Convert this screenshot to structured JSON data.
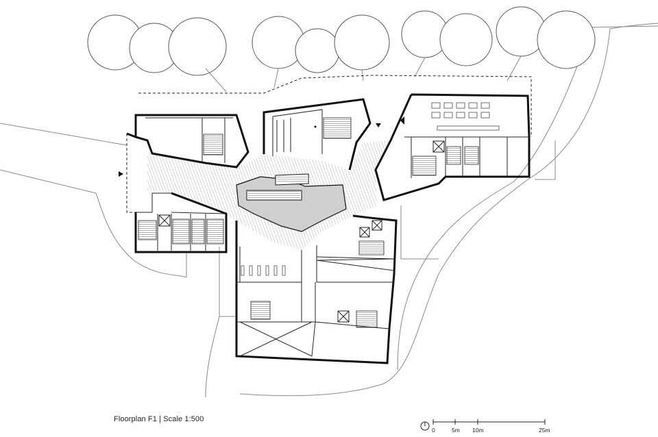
{
  "caption": "Floorplan F1 | Scale 1:500",
  "scale_bar": {
    "labels": [
      "0",
      "5m",
      "10m",
      "25m"
    ]
  },
  "icons": {
    "north_arrow": "north-arrow-icon"
  }
}
